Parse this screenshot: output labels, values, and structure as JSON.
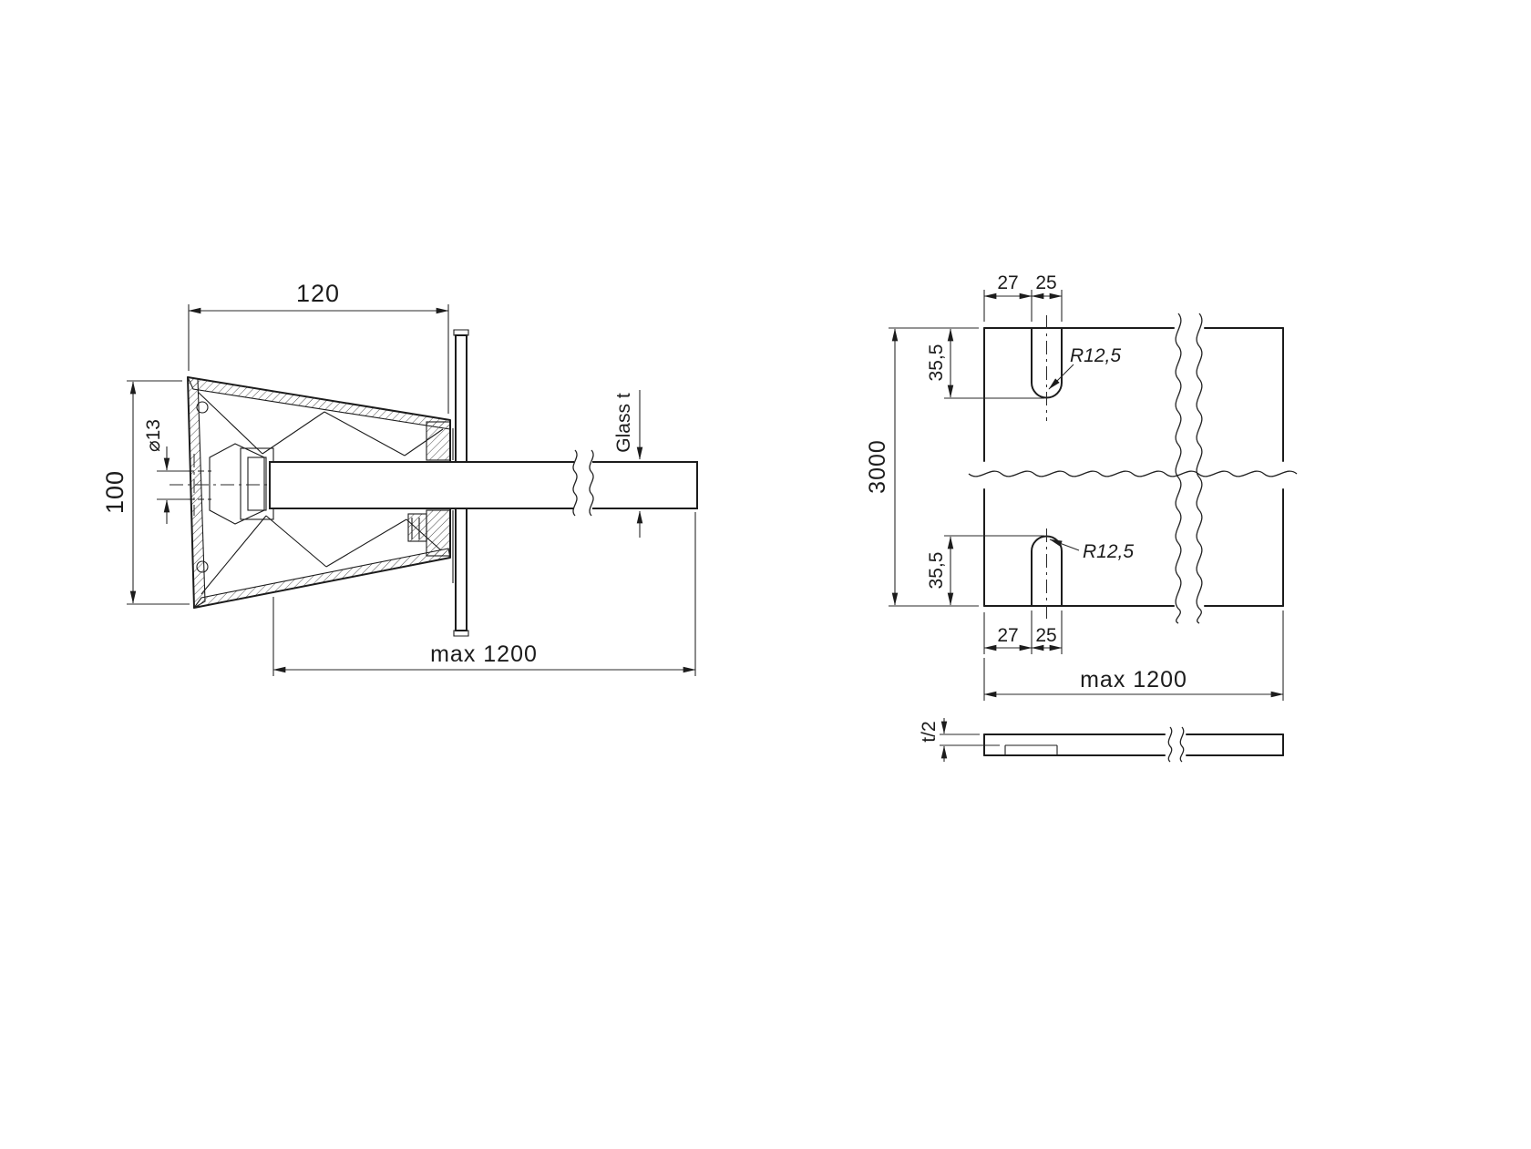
{
  "page": {
    "background": "#ffffff"
  },
  "drawing": {
    "section_view": {
      "dim_width_top": "120",
      "dim_height_left": "100",
      "dim_hole_diameter": "⌀13",
      "glass_thickness_label": "Glass t",
      "dim_span_max": "max 1200"
    },
    "front_view": {
      "dim_edge_to_slot_top": "27",
      "dim_slot_width_top": "25",
      "dim_slot_depth_top": "35,5",
      "radius_label_top": "R12,5",
      "dim_panel_height": "3000",
      "dim_slot_depth_bottom": "35,5",
      "radius_label_bottom": "R12,5",
      "dim_edge_to_slot_bottom": "27",
      "dim_slot_width_bottom": "25",
      "dim_panel_width_max": "max 1200"
    },
    "edge_view": {
      "dim_half_thickness": "t/2"
    }
  },
  "colors": {
    "line": "#1c1c1c",
    "dim": "#2a2a2a",
    "background": "#ffffff"
  }
}
